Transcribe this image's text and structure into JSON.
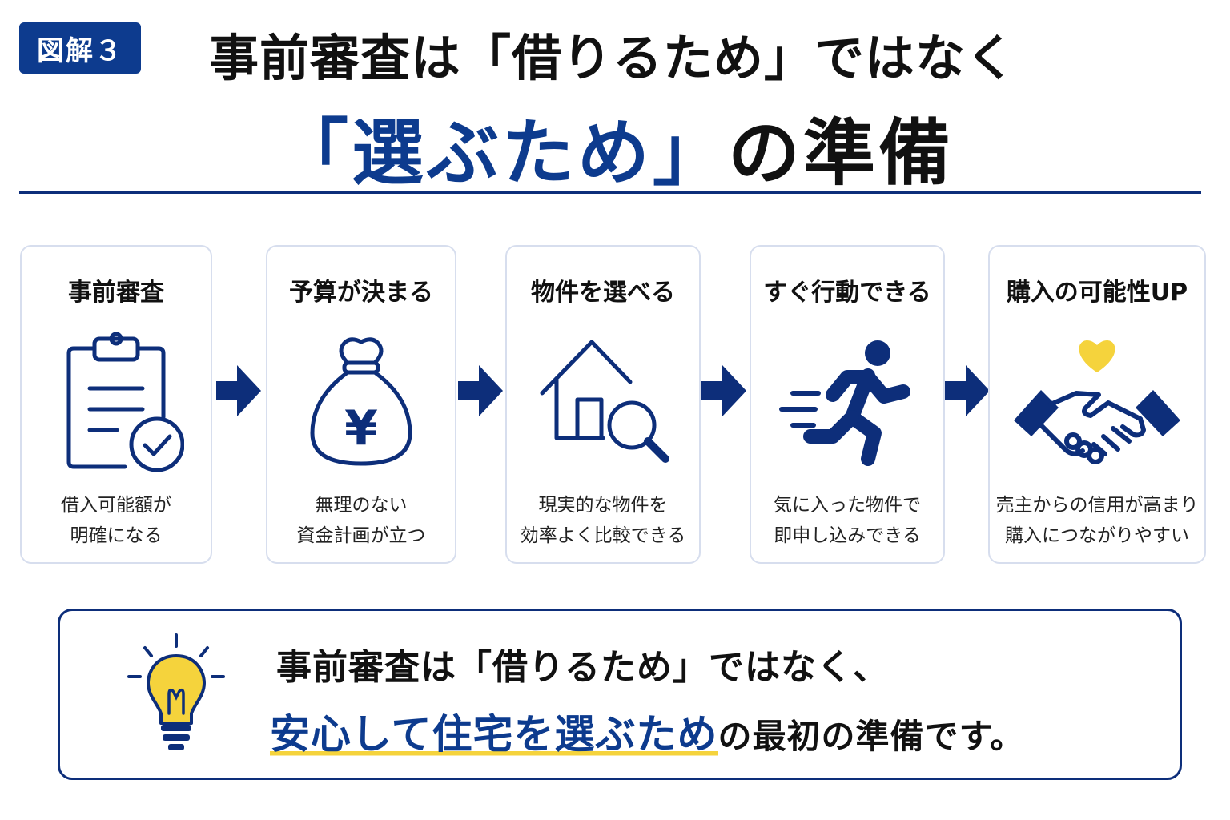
{
  "badge": "図解３",
  "title_line1": "事前審査は「借りるため」ではなく",
  "title_line2_blue": "「選ぶため」",
  "title_line2_black": "の準備",
  "colors": {
    "navy": "#0d3b8e",
    "yellow": "#f5d33c",
    "card_border": "#d7deee"
  },
  "steps": [
    {
      "title": "事前審査",
      "icon": "clipboard-check-icon",
      "desc1": "借入可能額が",
      "desc2": "明確になる"
    },
    {
      "title": "予算が決まる",
      "icon": "yen-money-bag-icon",
      "desc1": "無理のない",
      "desc2": "資金計画が立つ"
    },
    {
      "title": "物件を選べる",
      "icon": "house-search-icon",
      "desc1": "現実的な物件を",
      "desc2": "効率よく比較できる"
    },
    {
      "title": "すぐ行動できる",
      "icon": "running-person-icon",
      "desc1": "気に入った物件で",
      "desc2": "即申し込みできる"
    },
    {
      "title": "購入の可能性UP",
      "icon": "handshake-heart-icon",
      "desc1": "売主からの信用が高まり",
      "desc2": "購入につながりやすい"
    }
  ],
  "summary": {
    "icon": "lightbulb-icon",
    "line1": "事前審査は「借りるため」ではなく、",
    "line2_highlight": "安心して住宅を選ぶため",
    "line2_rest": "の最初の準備です。"
  }
}
